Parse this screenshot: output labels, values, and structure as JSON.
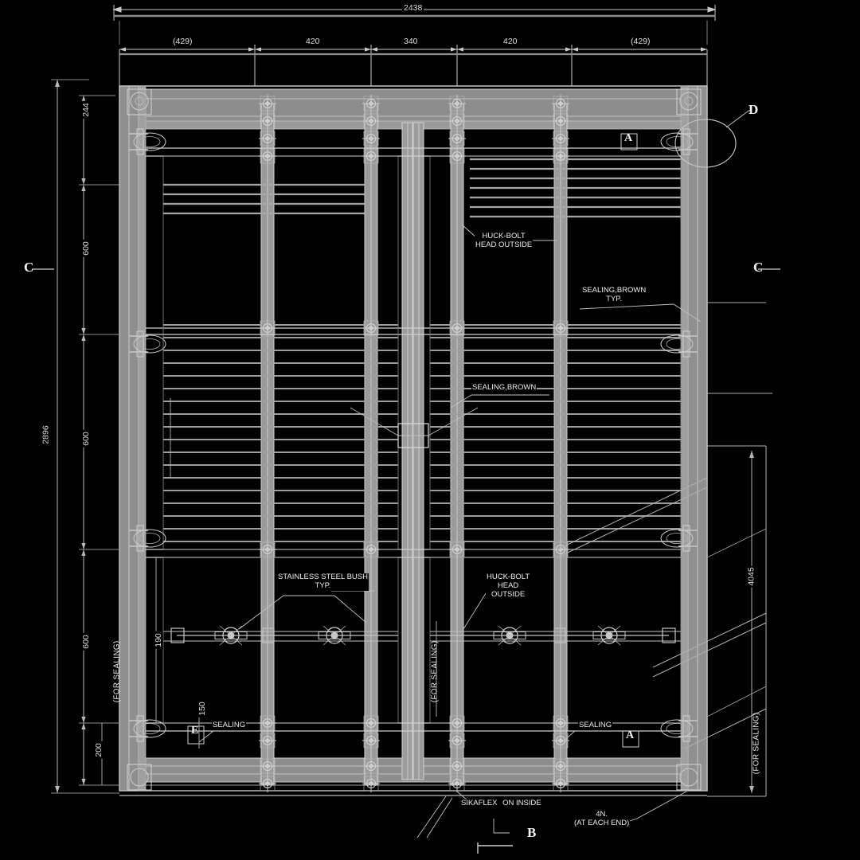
{
  "drawing": {
    "type": "engineering-drawing",
    "subject": "Container rear door frame assembly - elevation view",
    "background_color": "#000000",
    "line_color": "#c8c8c8"
  },
  "dimensions": {
    "top_overall": "2438",
    "top_chain": [
      "(429)",
      "420",
      "340",
      "420",
      "(429)"
    ],
    "left_chain": [
      "244",
      "600",
      "600",
      "600",
      "200"
    ],
    "left_overall": "2896",
    "right_overall": "4045",
    "inner_left": "190",
    "inner_small": "150"
  },
  "annotations": {
    "huck_bolt_upper": {
      "line1": "HUCK-BOLT",
      "line2": "HEAD OUTSIDE"
    },
    "huck_bolt_lower": {
      "line1": "HUCK-BOLT",
      "line2": "HEAD",
      "line3": "OUTSIDE"
    },
    "sealing_brown_typ": {
      "line1": "SEALING,BROWN",
      "line2": "TYP."
    },
    "sealing_brown": {
      "line1": "SEALING,BROWN"
    },
    "stainless_bush": {
      "line1": "STAINLESS STEEL BUSH",
      "line2": "TYP."
    },
    "sealing_left": {
      "line1": "SEALING"
    },
    "sealing_right": {
      "line1": "SEALING"
    },
    "sikaflex": {
      "line1": "SIKAFLEX",
      "line2": "ON INSIDE"
    },
    "at_each_end": {
      "line1": "4N.",
      "line2": "(AT EACH END)"
    },
    "for_sealing_left": "(FOR SEALING)",
    "for_sealing_mid": "(FOR SEALING)",
    "for_sealing_right": "(FOR SEALING)"
  },
  "markers": {
    "section_c_left": "C",
    "section_c_right": "C",
    "detail_d": "D",
    "detail_b": "B",
    "detail_a_upper": "A",
    "detail_a_lower": "A",
    "detail_e": "E"
  }
}
